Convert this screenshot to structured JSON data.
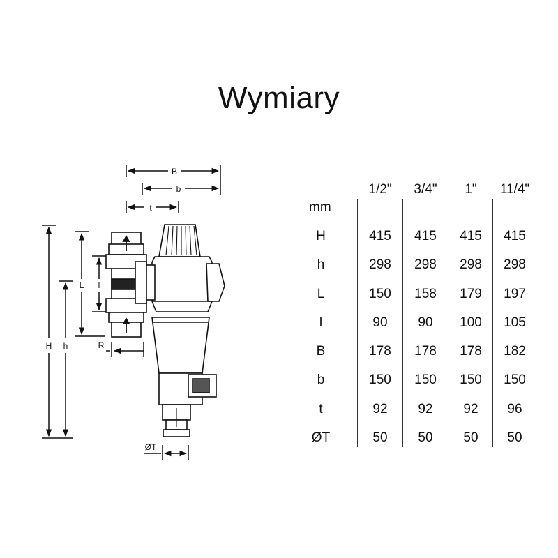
{
  "title": "Wymiary",
  "diagram_labels": {
    "B": "B",
    "b": "b",
    "t": "t",
    "H": "H",
    "h": "h",
    "L": "L",
    "l": "l",
    "R": "R",
    "T": "ØT"
  },
  "table": {
    "unit": "mm",
    "sizes": [
      "1/2\"",
      "3/4\"",
      "1\"",
      "11/4\""
    ],
    "rows": [
      {
        "label": "H",
        "values": [
          "415",
          "415",
          "415",
          "415"
        ]
      },
      {
        "label": "h",
        "values": [
          "298",
          "298",
          "298",
          "298"
        ]
      },
      {
        "label": "L",
        "values": [
          "150",
          "158",
          "179",
          "197"
        ]
      },
      {
        "label": "l",
        "values": [
          "90",
          "90",
          "100",
          "105"
        ]
      },
      {
        "label": "B",
        "values": [
          "178",
          "178",
          "178",
          "182"
        ]
      },
      {
        "label": "b",
        "values": [
          "150",
          "150",
          "150",
          "150"
        ]
      },
      {
        "label": "t",
        "values": [
          "92",
          "92",
          "92",
          "96"
        ]
      },
      {
        "label": "ØT",
        "values": [
          "50",
          "50",
          "50",
          "50"
        ]
      }
    ]
  }
}
